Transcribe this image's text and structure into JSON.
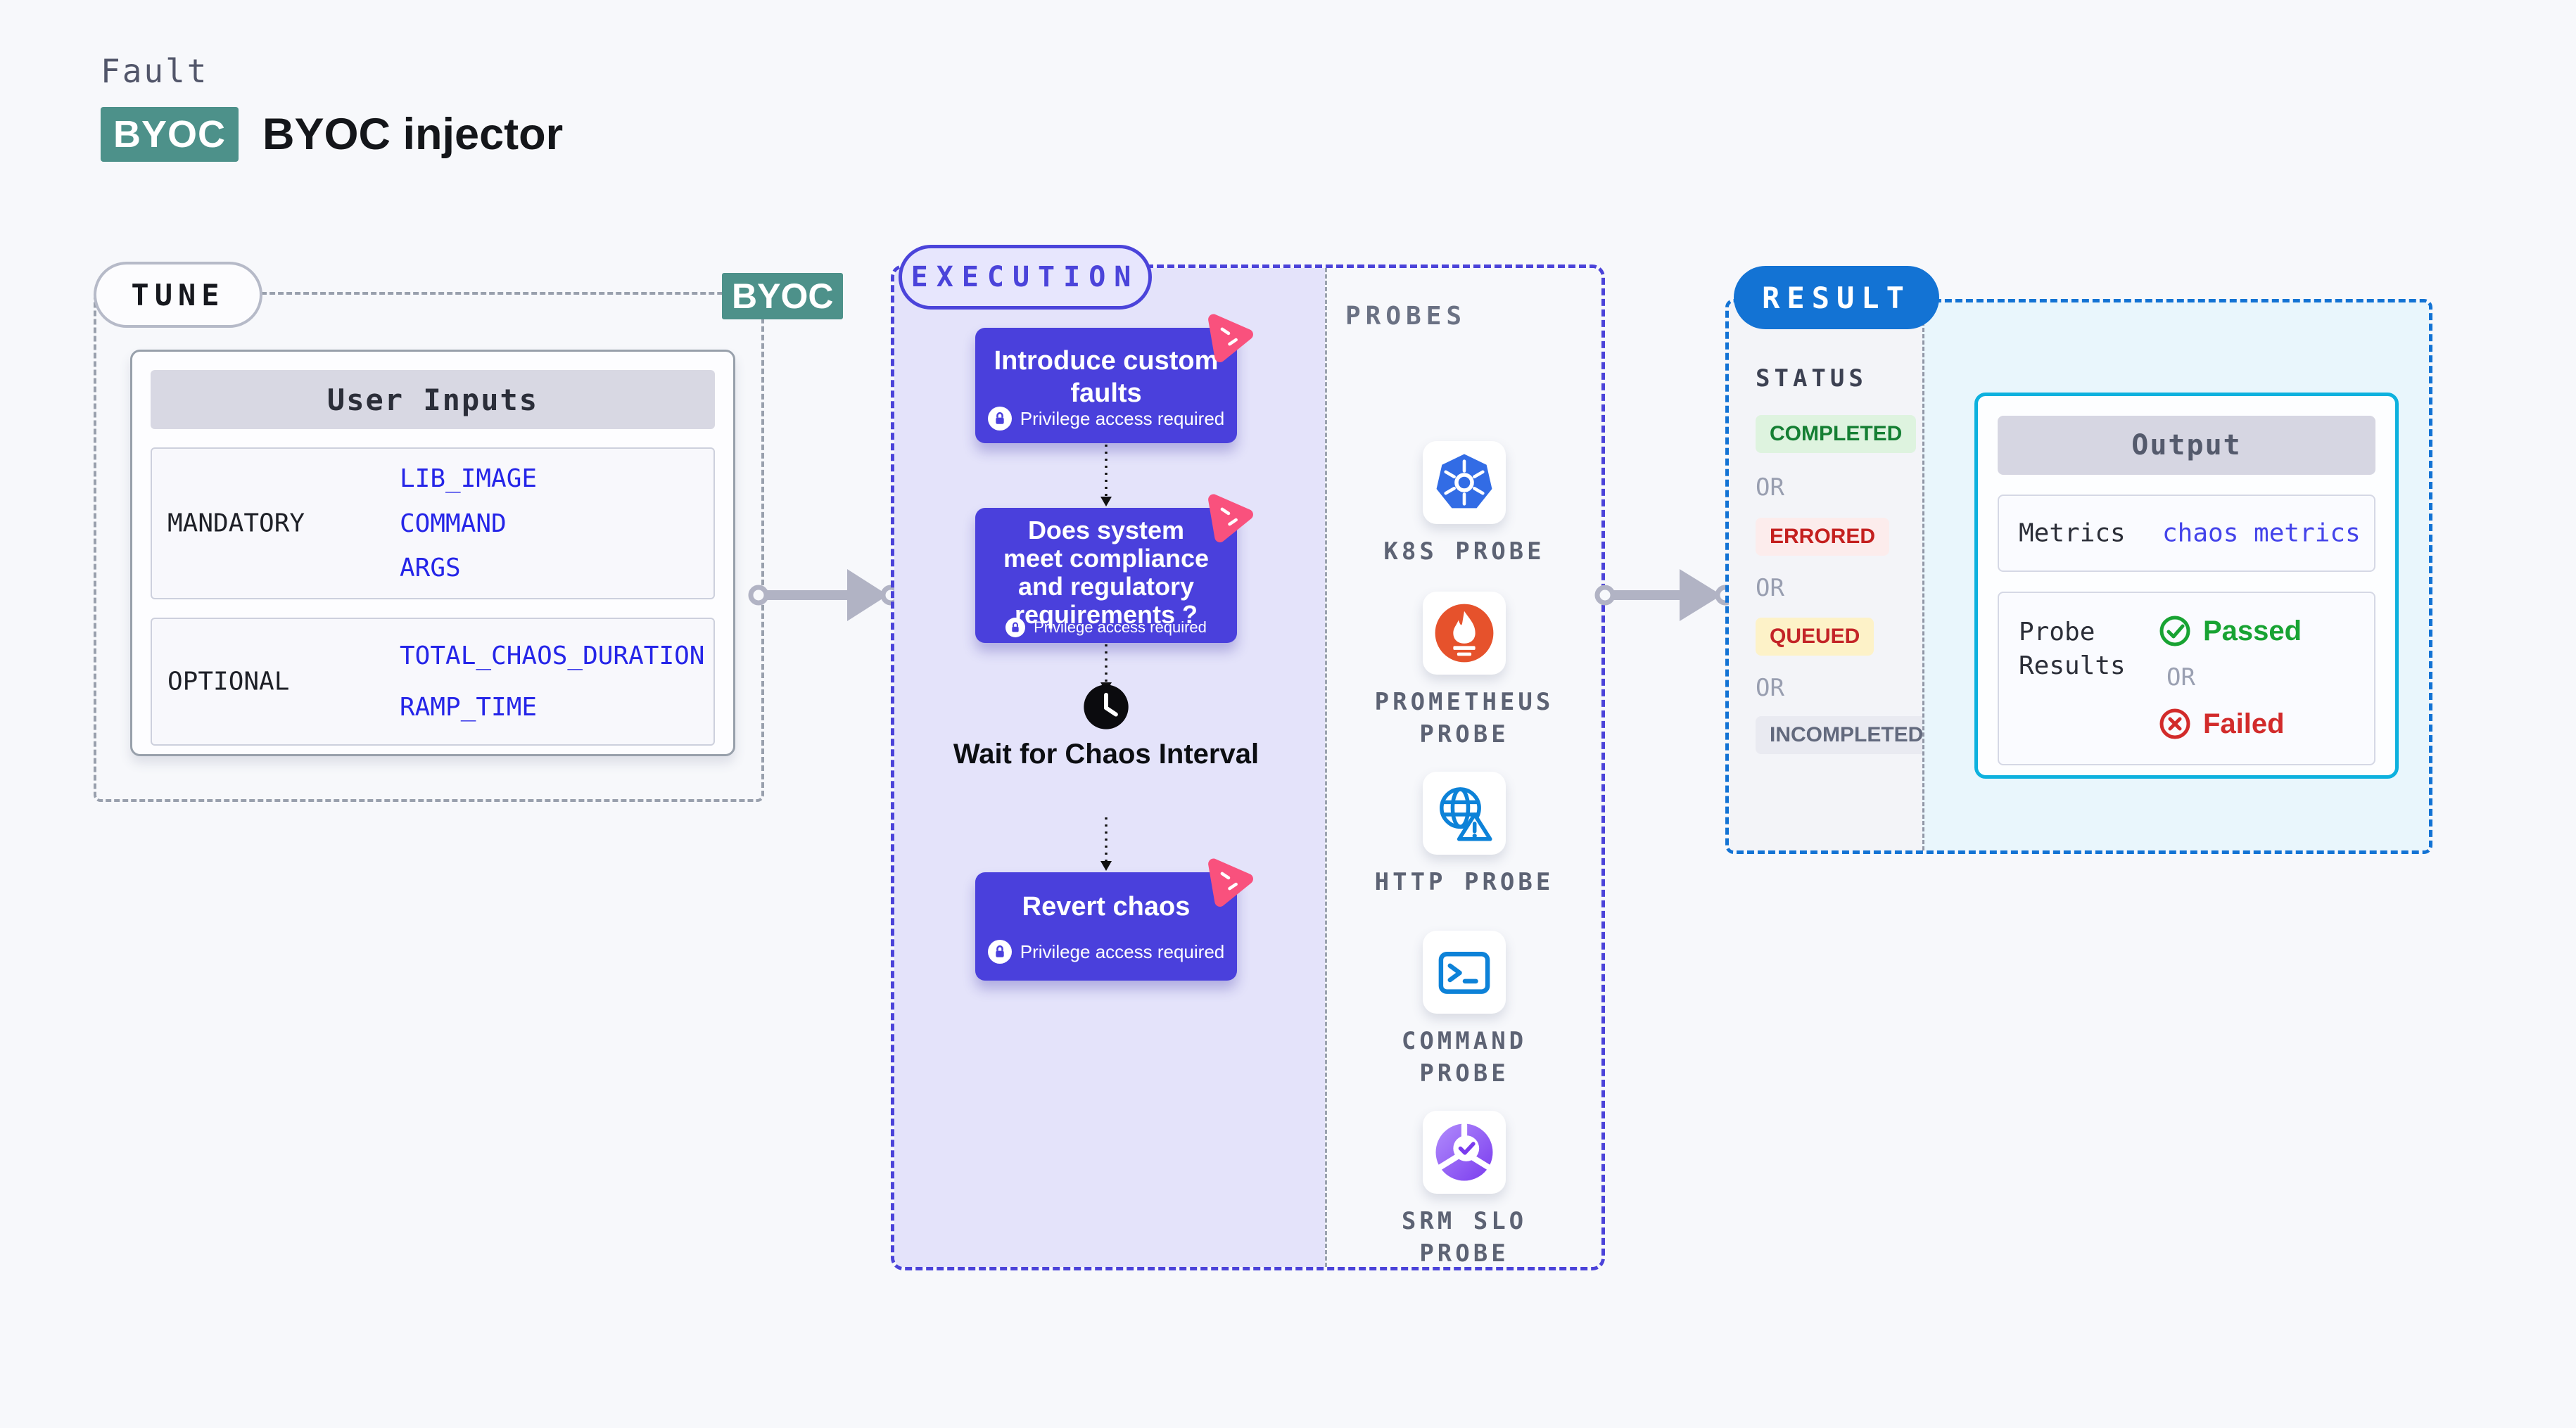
{
  "header": {
    "eyebrow": "Fault",
    "badge": "BYOC",
    "title": "BYOC injector"
  },
  "colors": {
    "accent_indigo": "#4a40dc",
    "accent_teal": "#4d918a",
    "result_blue": "#1373d4",
    "output_cyan": "#0db1de",
    "value_blue": "#2525e8",
    "pink_fault": "#f9517d",
    "completed_green": "#157f33",
    "errored_red": "#c4201f",
    "queued_amber_text": "#c32427",
    "incompleted_gray": "#62697d",
    "k8s_blue": "#326ce5",
    "prometheus_orange": "#e6522c"
  },
  "tune": {
    "label": "TUNE",
    "byoc_tag": "BYOC",
    "table": {
      "title": "User Inputs",
      "rows": [
        {
          "label": "MANDATORY",
          "values": [
            "LIB_IMAGE",
            "COMMAND",
            "ARGS"
          ]
        },
        {
          "label": "OPTIONAL",
          "values": [
            "TOTAL_CHAOS_DURATION",
            "RAMP_TIME"
          ]
        }
      ]
    }
  },
  "execution": {
    "label": "EXECUTION",
    "privilege_note": "Privilege access required",
    "steps": [
      {
        "title": "Introduce custom faults"
      },
      {
        "title": "Does system meet compliance and regulatory requirements ?"
      },
      {
        "title": "Revert chaos"
      }
    ],
    "wait_label": "Wait for Chaos Interval"
  },
  "probes": {
    "label": "PROBES",
    "items": [
      {
        "icon": "k8s-probe-icon",
        "label": "K8S PROBE"
      },
      {
        "icon": "prometheus-probe-icon",
        "label": "PROMETHEUS PROBE"
      },
      {
        "icon": "http-probe-icon",
        "label": "HTTP PROBE"
      },
      {
        "icon": "command-probe-icon",
        "label": "COMMAND PROBE"
      },
      {
        "icon": "srm-slo-probe-icon",
        "label": "SRM SLO PROBE"
      }
    ]
  },
  "result": {
    "label": "RESULT",
    "status_title": "STATUS",
    "or": "OR",
    "statuses": [
      {
        "text": "COMPLETED"
      },
      {
        "text": "ERRORED"
      },
      {
        "text": "QUEUED"
      },
      {
        "text": "INCOMPLETED"
      }
    ],
    "output": {
      "title": "Output",
      "metrics_label": "Metrics",
      "metrics_value": "chaos metrics",
      "probe_results_label": "Probe Results",
      "passed": "Passed",
      "failed": "Failed"
    }
  }
}
